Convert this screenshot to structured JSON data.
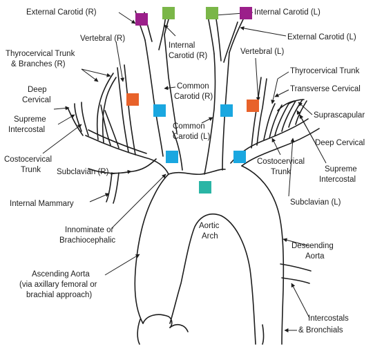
{
  "labels": {
    "external_carotid_r": "External Carotid (R)",
    "internal_carotid_l": "Internal Carotid (L)",
    "vertebral_r": "Vertebral (R)",
    "internal_carotid_r_1": "Internal",
    "internal_carotid_r_2": "Carotid (R)",
    "external_carotid_l": "External Carotid (L)",
    "thyrocervical_trunk_r_1": "Thyrocervical Trunk",
    "thyrocervical_trunk_r_2": "& Branches (R)",
    "vertebral_l": "Vertebral (L)",
    "deep_cervical_r_1": "Deep",
    "deep_cervical_r_2": "Cervical",
    "common_carotid_r_1": "Common",
    "common_carotid_r_2": "Carotid (R)",
    "thyrocervical_trunk_l": "Thyrocervical Trunk",
    "transverse_cervical": "Transverse Cervical",
    "supreme_intercostal_r_1": "Supreme",
    "supreme_intercostal_r_2": "Intercostal",
    "common_carotid_l_1": "Common",
    "common_carotid_l_2": "Carotid (L)",
    "suprascapular": "Suprascapular",
    "deep_cervical_l": "Deep Cervical",
    "costocervical_trunk_r_1": "Costocervical",
    "costocervical_trunk_r_2": "Trunk",
    "subclavian_r": "Subclavian (R)",
    "costocervical_trunk_l_1": "Costocervical",
    "costocervical_trunk_l_2": "Trunk",
    "supreme_intercostal_l_1": "Supreme",
    "supreme_intercostal_l_2": "Intercostal",
    "internal_mammary": "Internal Mammary",
    "subclavian_l": "Subclavian (L)",
    "innominate_1": "Innominate or",
    "innominate_2": "Brachiocephalic",
    "aortic_arch_1": "Aortic",
    "aortic_arch_2": "Arch",
    "descending_aorta_1": "Descending",
    "descending_aorta_2": "Aorta",
    "ascending_aorta_1": "Ascending Aorta",
    "ascending_aorta_2": "(via axillary femoral or",
    "ascending_aorta_3": "brachial approach)",
    "intercostals_1": "Intercostals",
    "intercostals_2": "& Bronchials"
  },
  "marker_colors": {
    "purple": "#9b1f8a",
    "green": "#7ab648",
    "orange": "#e8622a",
    "blue": "#1aa7e0",
    "teal": "#2ab5a5"
  },
  "markers": [
    {
      "id": "external-carotid-r-marker",
      "color": "purple"
    },
    {
      "id": "internal-carotid-r-marker",
      "color": "green"
    },
    {
      "id": "internal-carotid-l-marker",
      "color": "green"
    },
    {
      "id": "external-carotid-l-marker",
      "color": "purple"
    },
    {
      "id": "vertebral-r-marker",
      "color": "orange"
    },
    {
      "id": "vertebral-l-marker",
      "color": "orange"
    },
    {
      "id": "common-carotid-r-marker",
      "color": "blue"
    },
    {
      "id": "common-carotid-l-marker",
      "color": "blue"
    },
    {
      "id": "subclavian-r-marker",
      "color": "blue"
    },
    {
      "id": "subclavian-l-marker",
      "color": "blue"
    },
    {
      "id": "aortic-arch-marker",
      "color": "teal"
    }
  ]
}
